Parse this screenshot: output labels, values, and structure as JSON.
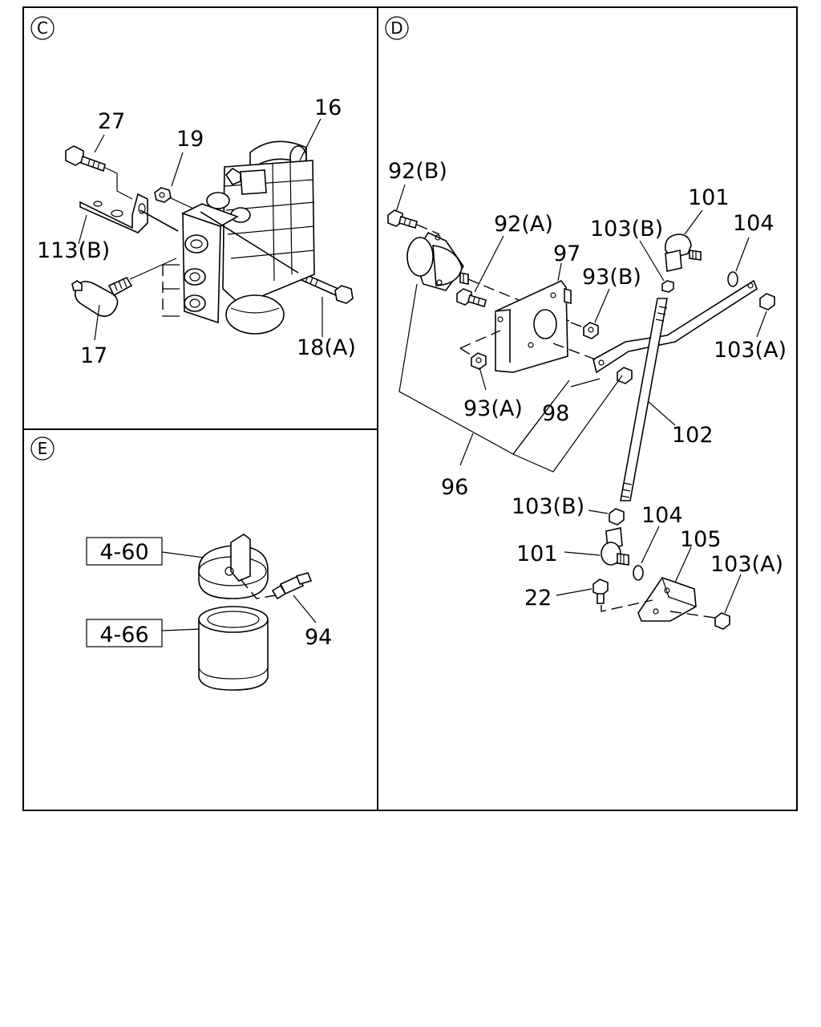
{
  "sections": {
    "C": {
      "marker": "C"
    },
    "D": {
      "marker": "D"
    },
    "E": {
      "marker": "E"
    }
  },
  "labels": {
    "c_27": "27",
    "c_19": "19",
    "c_16": "16",
    "c_113b": "113(B)",
    "c_17": "17",
    "c_18a": "18(A)",
    "d_92b": "92(B)",
    "d_92a": "92(A)",
    "d_97": "97",
    "d_103b_top": "103(B)",
    "d_101_top": "101",
    "d_104_top": "104",
    "d_93b": "93(B)",
    "d_103a_top": "103(A)",
    "d_93a": "93(A)",
    "d_98": "98",
    "d_102": "102",
    "d_96": "96",
    "d_103b_bot": "103(B)",
    "d_104_bot": "104",
    "d_105": "105",
    "d_101_bot": "101",
    "d_103a_bot": "103(A)",
    "d_22": "22",
    "e_94": "94"
  },
  "references": {
    "e_ref_460": "4-60",
    "e_ref_466": "4-66"
  }
}
